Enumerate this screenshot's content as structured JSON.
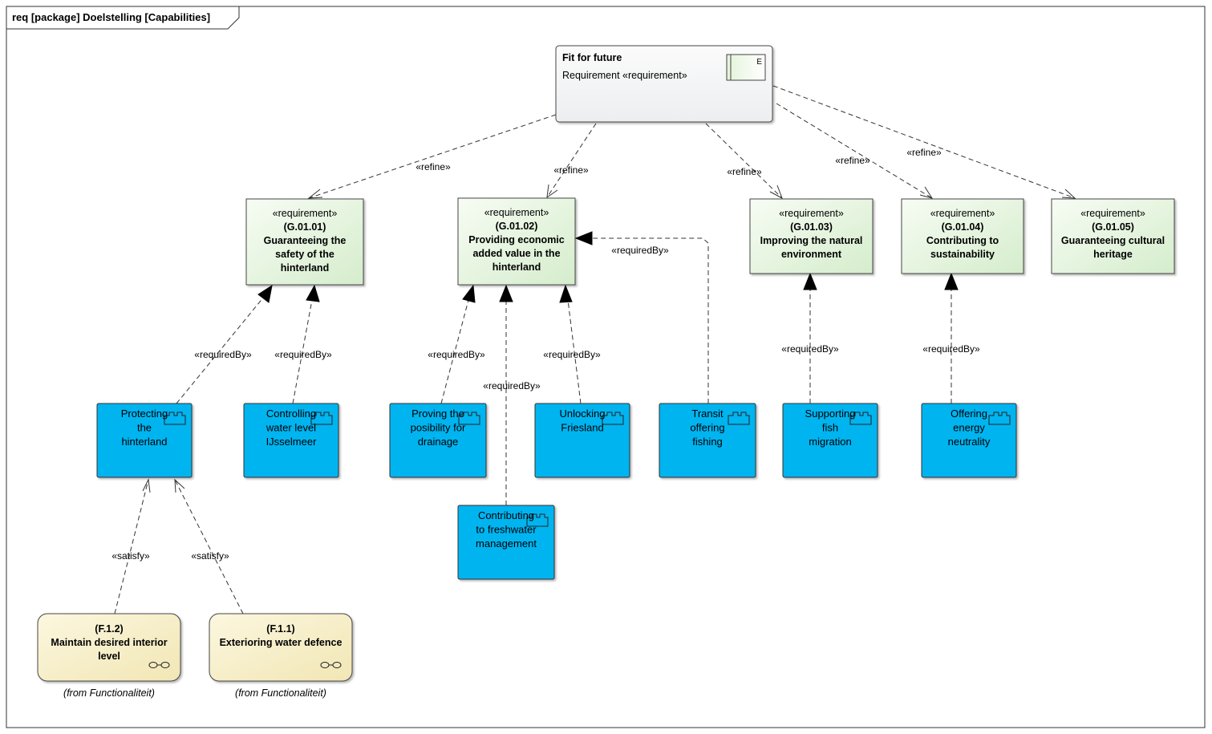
{
  "frame": {
    "title": "req [package] Doelstelling [Capabilities]"
  },
  "top_requirement": {
    "name": "Fit for future",
    "type_label": "Requirement «requirement»",
    "badge": "E"
  },
  "requirements": [
    {
      "stereotype": "«requirement»",
      "id": "(G.01.01)",
      "lines": [
        "Guaranteeing the",
        "safety of the",
        "hinterland"
      ]
    },
    {
      "stereotype": "«requirement»",
      "id": "(G.01.02)",
      "lines": [
        "Providing economic",
        "added value in the",
        "hinterland"
      ]
    },
    {
      "stereotype": "«requirement»",
      "id": "(G.01.03)",
      "lines": [
        "Improving the natural",
        "environment"
      ]
    },
    {
      "stereotype": "«requirement»",
      "id": "(G.01.04)",
      "lines": [
        "Contributing to",
        "sustainability"
      ]
    },
    {
      "stereotype": "«requirement»",
      "id": "(G.01.05)",
      "lines": [
        "Guaranteeing cultural",
        "heritage"
      ]
    }
  ],
  "capabilities": [
    {
      "lines": [
        "Protecting",
        "the",
        "hinterland"
      ]
    },
    {
      "lines": [
        "Controlling",
        "water level",
        "IJsselmeer"
      ]
    },
    {
      "lines": [
        "Proving the",
        "posibility for",
        "drainage"
      ]
    },
    {
      "lines": [
        "Unlocking",
        "Friesland"
      ]
    },
    {
      "lines": [
        "Transit",
        "offering",
        "fishing"
      ]
    },
    {
      "lines": [
        "Supporting",
        "fish",
        "migration"
      ]
    },
    {
      "lines": [
        "Offering",
        "energy",
        "neutrality"
      ]
    },
    {
      "lines": [
        "Contributing",
        "to freshwater",
        "management"
      ]
    }
  ],
  "functions": [
    {
      "id": "(F.1.2)",
      "lines": [
        "Maintain desired interior",
        "level"
      ],
      "origin": "(from Functionaliteit)"
    },
    {
      "id": "(F.1.1)",
      "lines": [
        "Exterioring water defence"
      ],
      "origin": "(from Functionaliteit)"
    }
  ],
  "connector_labels": {
    "refine": "«refine»",
    "required_by": "«requiredBy»",
    "satisfy": "«satisfy»"
  },
  "colors": {
    "requirement_top": "#f6fbf3",
    "requirement_bottom": "#d8efd0",
    "capability_fill": "#00b4f0",
    "function_fill": "#f7efc8",
    "top_fill": "#f1f2f3",
    "border": "#444444"
  }
}
